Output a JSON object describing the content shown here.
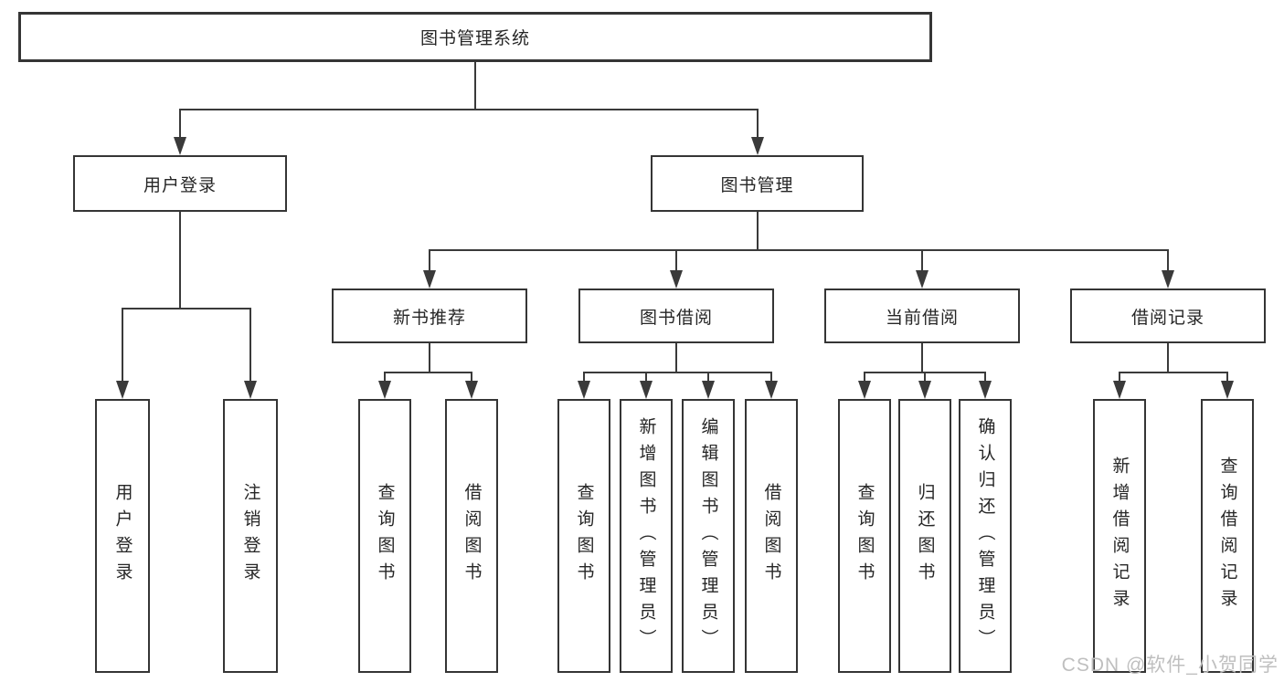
{
  "colors": {
    "line": "#3a3a3a",
    "border": "#353535",
    "text": "#262626",
    "watermark": "#bfbfbf",
    "background": "#ffffff"
  },
  "watermark": "CSDN @软件_小贺同学",
  "tree": {
    "root": "图书管理系统",
    "branches": [
      {
        "label": "用户登录",
        "children": [
          "用户登录",
          "注销登录"
        ]
      },
      {
        "label": "图书管理",
        "children": [
          {
            "label": "新书推荐",
            "children": [
              "查询图书",
              "借阅图书"
            ]
          },
          {
            "label": "图书借阅",
            "children": [
              "查询图书",
              "新增图书（管理员）",
              "编辑图书（管理员）",
              "借阅图书"
            ]
          },
          {
            "label": "当前借阅",
            "children": [
              "查询图书",
              "归还图书",
              "确认归还（管理员）"
            ]
          },
          {
            "label": "借阅记录",
            "children": [
              "新增借阅记录",
              "查询借阅记录"
            ]
          }
        ]
      }
    ]
  }
}
